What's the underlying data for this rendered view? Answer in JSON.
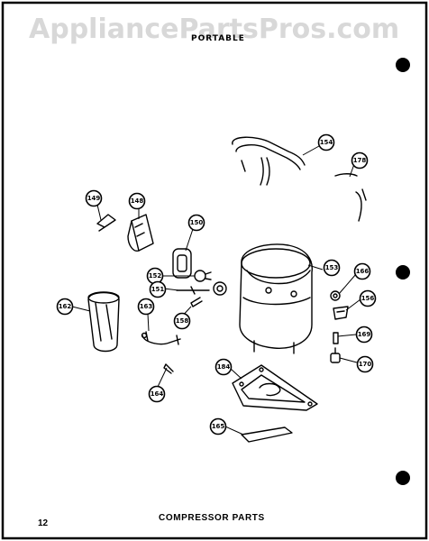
{
  "watermark": "AppliancePartsPros.com",
  "header_text": "PORTABLE",
  "caption": "COMPRESSOR PARTS",
  "page_number": "12",
  "part_labels": {
    "p148": "148",
    "p149": "149",
    "p150": "150",
    "p151": "151",
    "p152": "152",
    "p153": "153",
    "p154": "154",
    "p156": "156",
    "p158": "158",
    "p162": "162",
    "p163": "163",
    "p164": "164",
    "p165": "165",
    "p166": "166",
    "p169": "169",
    "p170": "170",
    "p178": "178",
    "p184": "184"
  }
}
